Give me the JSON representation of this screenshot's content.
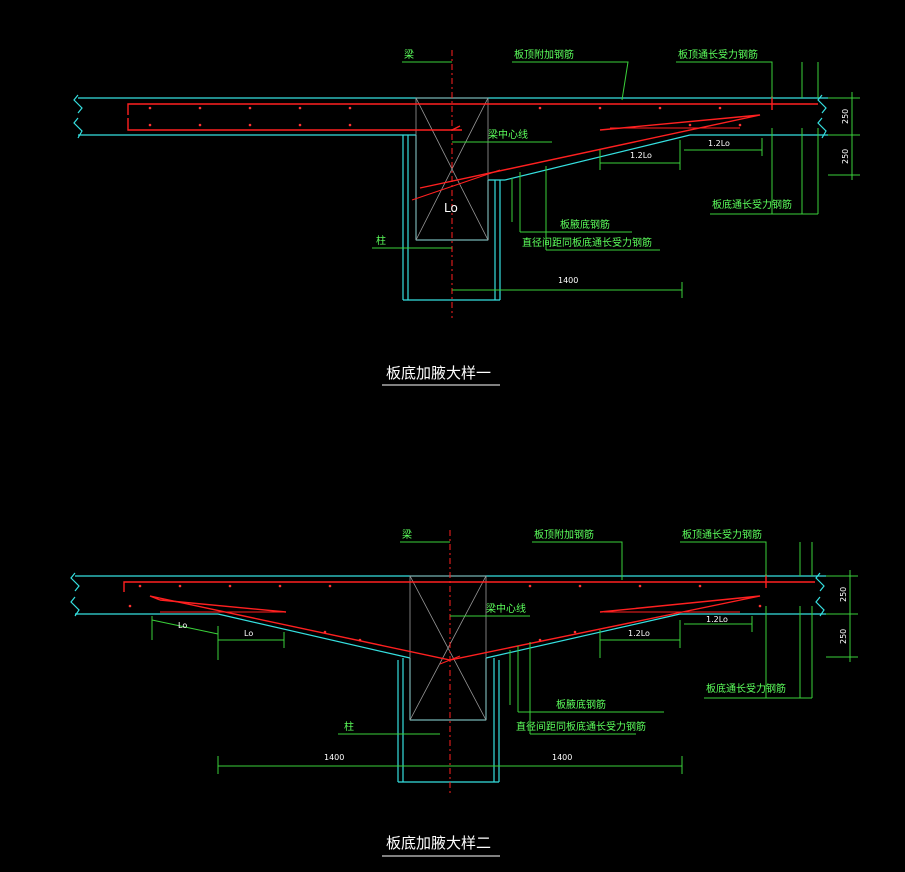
{
  "detail1": {
    "title": "板底加腋大样一",
    "labels": {
      "beam": "梁",
      "top_additional_rebar": "板顶附加钢筋",
      "top_through_rebar": "板顶通长受力钢筋",
      "beam_centerline": "梁中心线",
      "haunch_bottom_rebar": "板腋底钢筋",
      "same_as_bottom_rebar": "直径间距同板底通长受力钢筋",
      "bottom_through_rebar": "板底通长受力钢筋",
      "column": "柱",
      "lo": "Lo"
    },
    "dims": {
      "len_1": "1.2Lo",
      "len_2": "1.2Lo",
      "haunch_width": "1400",
      "thickness_top": "250",
      "thickness_bottom": "250"
    }
  },
  "detail2": {
    "title": "板底加腋大样二",
    "labels": {
      "beam": "梁",
      "top_additional_rebar": "板顶附加钢筋",
      "top_through_rebar": "板顶通长受力钢筋",
      "beam_centerline": "梁中心线",
      "haunch_bottom_rebar": "板腋底钢筋",
      "same_as_bottom_rebar": "直径间距同板底通长受力钢筋",
      "bottom_through_rebar": "板底通长受力钢筋",
      "column": "柱"
    },
    "dims": {
      "left_lo_1": "Lo",
      "left_lo_2": "Lo",
      "len_1": "1.2Lo",
      "len_2": "1.2Lo",
      "haunch_width_left": "1400",
      "haunch_width_right": "1400",
      "thickness_top": "250",
      "thickness_bottom": "250"
    }
  }
}
